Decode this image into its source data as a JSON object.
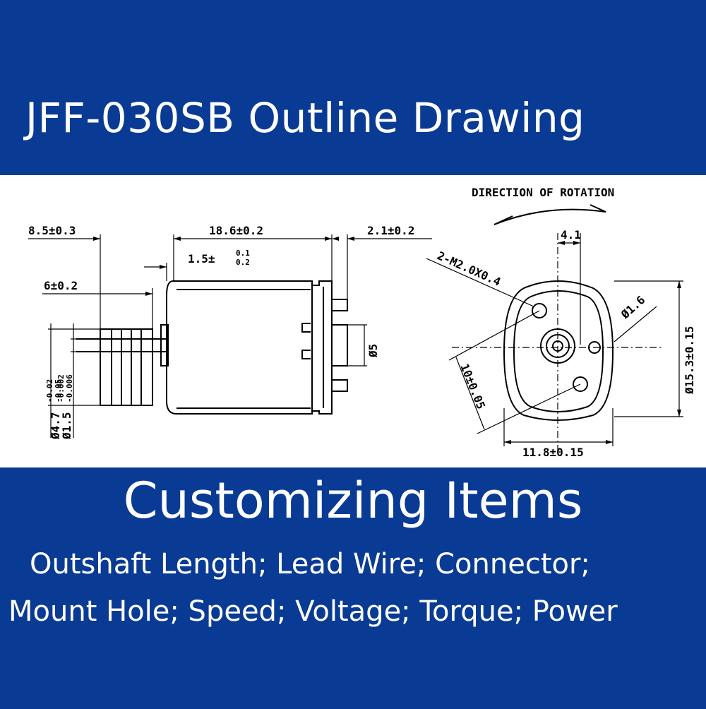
{
  "title": "JFF-030SB Outline Drawing",
  "drawing": {
    "side_view": {
      "dim_overall_shaft": "8.5±0.3",
      "dim_body_length": "18.6±0.2",
      "dim_terminal": "2.1±0.2",
      "dim_boss_main": "1.5±",
      "dim_boss_tol_upper": "0.1",
      "dim_boss_tol_lower": "0.2",
      "dim_gear": "6±0.2",
      "dim_boss_dia": "Ø5",
      "dim_gear_dia_main": "Ø4.7",
      "dim_gear_dia_tol_upper": "-0.02",
      "dim_gear_dia_tol_lower": "-0.05",
      "dim_shaft_dia_main": "Ø1.5",
      "dim_shaft_dia_tol_upper": "-0.002",
      "dim_shaft_dia_tol_lower": "-0.006"
    },
    "end_view": {
      "rotation_label": "DIRECTION OF ROTATION",
      "dim_offset": "4.1",
      "dim_mount": "2-M2.0X0.4",
      "dim_hole": "Ø1.6",
      "dim_height": "Ø15.3±0.15",
      "dim_pitch": "10±0.05",
      "dim_width": "11.8±0.15"
    }
  },
  "customizing": {
    "heading": "Customizing Items",
    "line1": "Outshaft Length; Lead Wire; Connector;",
    "line2": "Mount Hole; Speed; Voltage; Torque; Power"
  },
  "colors": {
    "background_blue": "#0a3b94",
    "text": "#ffffff",
    "line_art": "#000000"
  }
}
